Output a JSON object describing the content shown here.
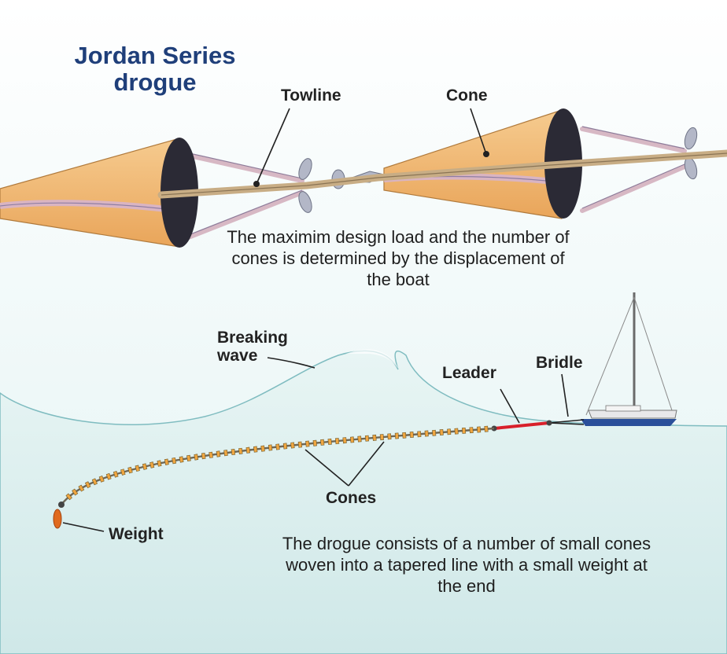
{
  "title": "Jordan Series drogue",
  "labels": {
    "towline": "Towline",
    "cone": "Cone",
    "breaking_wave": "Breaking wave",
    "leader": "Leader",
    "bridle": "Bridle",
    "cones": "Cones",
    "weight": "Weight"
  },
  "captions": {
    "top": "The maximim design load and the number of cones is determined by the displacement of the boat",
    "bottom": "The drogue consists of a number of small cones woven into a tapered line with a small weight at the end"
  },
  "colors": {
    "title": "#1f3f7a",
    "cone_fill": "#f1b872",
    "cone_mouth": "#2b2a35",
    "towline": "#c8ad85",
    "leader": "#d8202a",
    "hull": "#2a4f9a",
    "water": "#dcefee"
  }
}
